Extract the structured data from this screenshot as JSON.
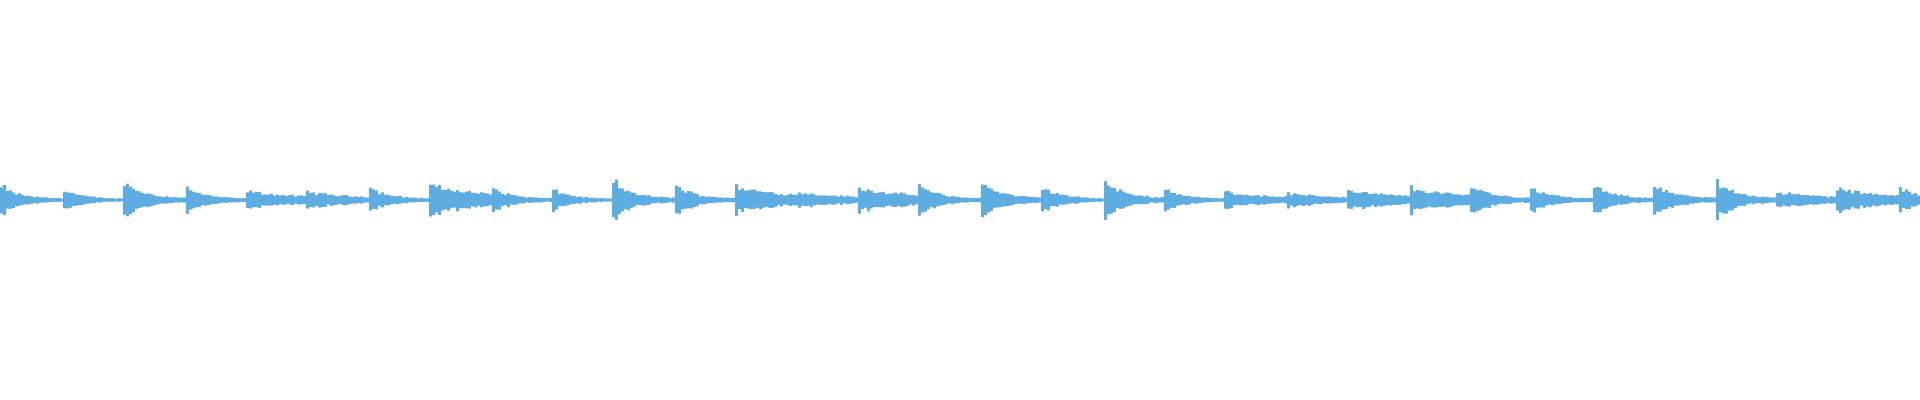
{
  "waveform": {
    "color": "#5DADE2",
    "background": "#FFFFFF",
    "segment_count": 32,
    "onset_peak_amplitudes": [
      0.073,
      0.061,
      0.104,
      0.073,
      0.055,
      0.049,
      0.073,
      0.092,
      0.073,
      0.061,
      0.098,
      0.086,
      0.08,
      0.049,
      0.073,
      0.08,
      0.104,
      0.073,
      0.11,
      0.067,
      0.049,
      0.043,
      0.061,
      0.073,
      0.092,
      0.073,
      0.086,
      0.092,
      0.11,
      0.049,
      0.067,
      0.073
    ],
    "sustained_segments": [
      4,
      5,
      7,
      12,
      13,
      14,
      20,
      21,
      22,
      23,
      29,
      30
    ]
  }
}
